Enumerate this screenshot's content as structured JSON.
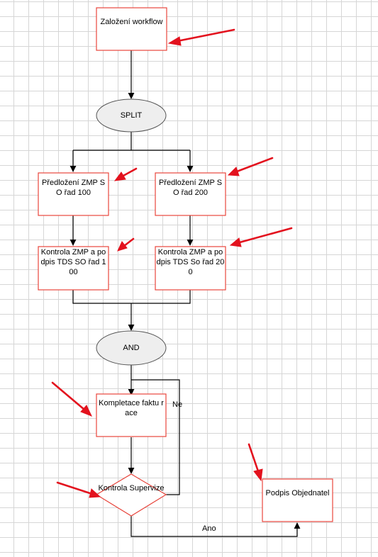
{
  "nodes": {
    "start": "Založení workflow",
    "split": "SPLIT",
    "submit_100": "Předložení ZMP SO řad 100",
    "submit_200": "Předložení ZMP SO řad 200",
    "check_100": "Kontrola ZMP a podpis TDS SO řad 100",
    "check_200": "Kontrola ZMP a podpis TDS So řad 200",
    "and": "AND",
    "completion": "Kompletace faktu race",
    "decision": "Kontrola Supervize",
    "sign": "Podpis Objednatel"
  },
  "edges": {
    "no": "Ne",
    "yes": "Ano"
  },
  "colors": {
    "box_border": "#e8453c",
    "arrow": "#e3121e",
    "line": "#000000",
    "ellipse_fill": "#eeeeee"
  }
}
